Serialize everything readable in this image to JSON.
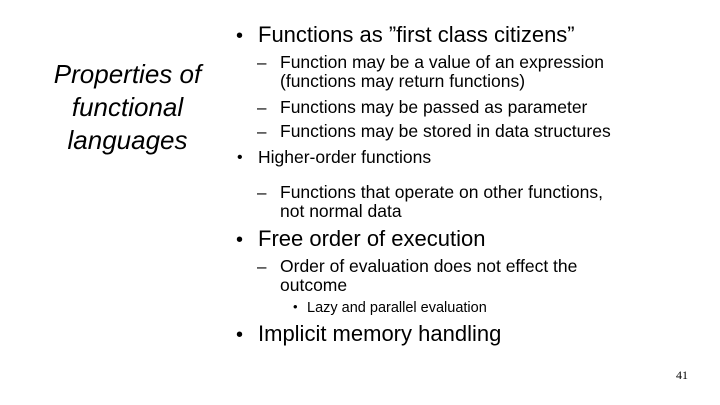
{
  "slide": {
    "title": "Properties of functional languages",
    "bullets": [
      {
        "marker": "•",
        "text": "Functions as ”first class citizens”"
      },
      {
        "marker": "–",
        "text": "Function may be a value of an expression"
      },
      {
        "marker": "",
        "text": "(functions may return functions)"
      },
      {
        "marker": "–",
        "text": "Functions may be passed as parameter"
      },
      {
        "marker": "–",
        "text": "Functions may be stored in data structures"
      },
      {
        "marker": "•",
        "text": "Higher-order functions"
      },
      {
        "marker": "–",
        "text": "Functions that operate on other functions,"
      },
      {
        "marker": "",
        "text": "not normal data"
      },
      {
        "marker": "•",
        "text": "Free order of execution"
      },
      {
        "marker": "–",
        "text": "Order of evaluation does not effect the"
      },
      {
        "marker": "",
        "text": "outcome"
      },
      {
        "marker": "•",
        "text": "Lazy and parallel evaluation"
      },
      {
        "marker": "•",
        "text": "Implicit memory handling"
      }
    ],
    "page_number": "41"
  }
}
